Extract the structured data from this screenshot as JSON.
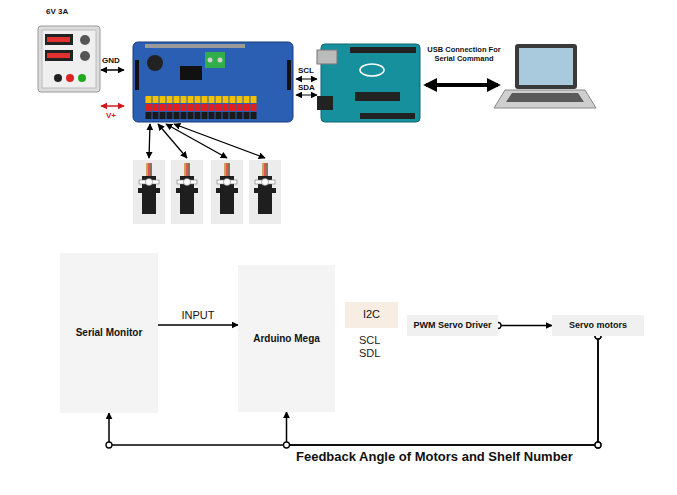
{
  "diagram": {
    "nodes": [
      {
        "text": [
          "Serial Monitor"
        ]
      },
      {
        "text": [
          "Arduino Mega"
        ]
      },
      {
        "text": [
          "I2C"
        ]
      },
      {
        "text": [
          "PWM Servo Driver"
        ]
      },
      {
        "text": [
          "Servo motors"
        ]
      }
    ],
    "edges": [
      {
        "from": 0,
        "to": 1,
        "label": "INPUT",
        "arrow": "to"
      },
      {
        "from": 3,
        "to": 4,
        "arrow": "to"
      },
      {
        "from": 4,
        "to": 0,
        "arrow": "to"
      },
      {
        "from": 4,
        "to": 1,
        "arrow": "to"
      }
    ],
    "labels": [
      "6V 3A",
      "GND",
      "V+",
      "SCL",
      "SDA",
      "USB Connection For Serial Command",
      "SCL SDL",
      "Feedback Angle of Motors and Shelf Number"
    ]
  }
}
